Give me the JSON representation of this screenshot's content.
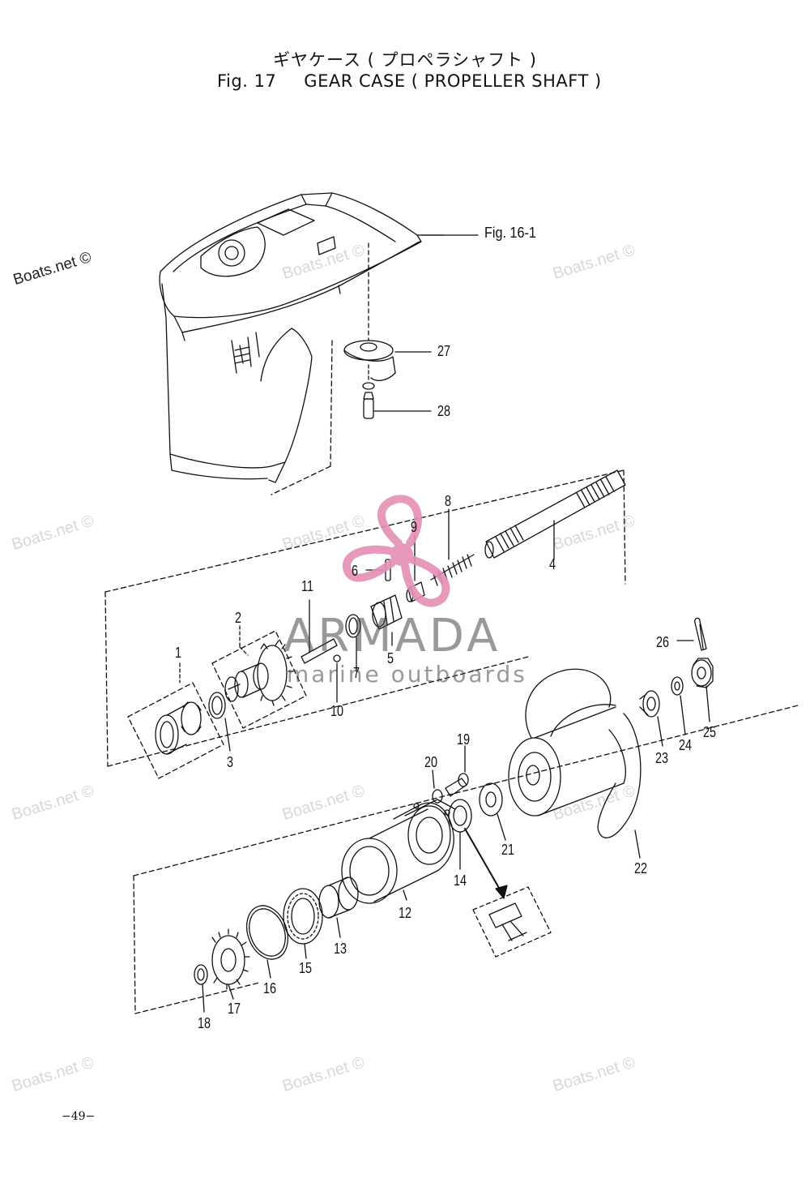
{
  "header": {
    "title_jp": "ギヤケース ( プロペラシャフト )",
    "fig_number": "Fig. 17",
    "title_en": "GEAR CASE ( PROPELLER SHAFT )"
  },
  "reference": {
    "label": "Fig. 16-1"
  },
  "callouts": [
    "1",
    "2",
    "3",
    "4",
    "5",
    "6",
    "7",
    "8",
    "9",
    "10",
    "11",
    "12",
    "13",
    "14",
    "15",
    "16",
    "17",
    "18",
    "19",
    "20",
    "21",
    "22",
    "23",
    "24",
    "25",
    "26",
    "27",
    "28"
  ],
  "watermarks": {
    "text": "Boats.net ©",
    "brand": "ARMADA",
    "brand_sub": "marine outboards"
  },
  "footer": {
    "page_number": "−49−"
  },
  "colors": {
    "ink": "#111111",
    "watermark": "#d8d8d8",
    "logo_pink": "#e48fb4"
  }
}
